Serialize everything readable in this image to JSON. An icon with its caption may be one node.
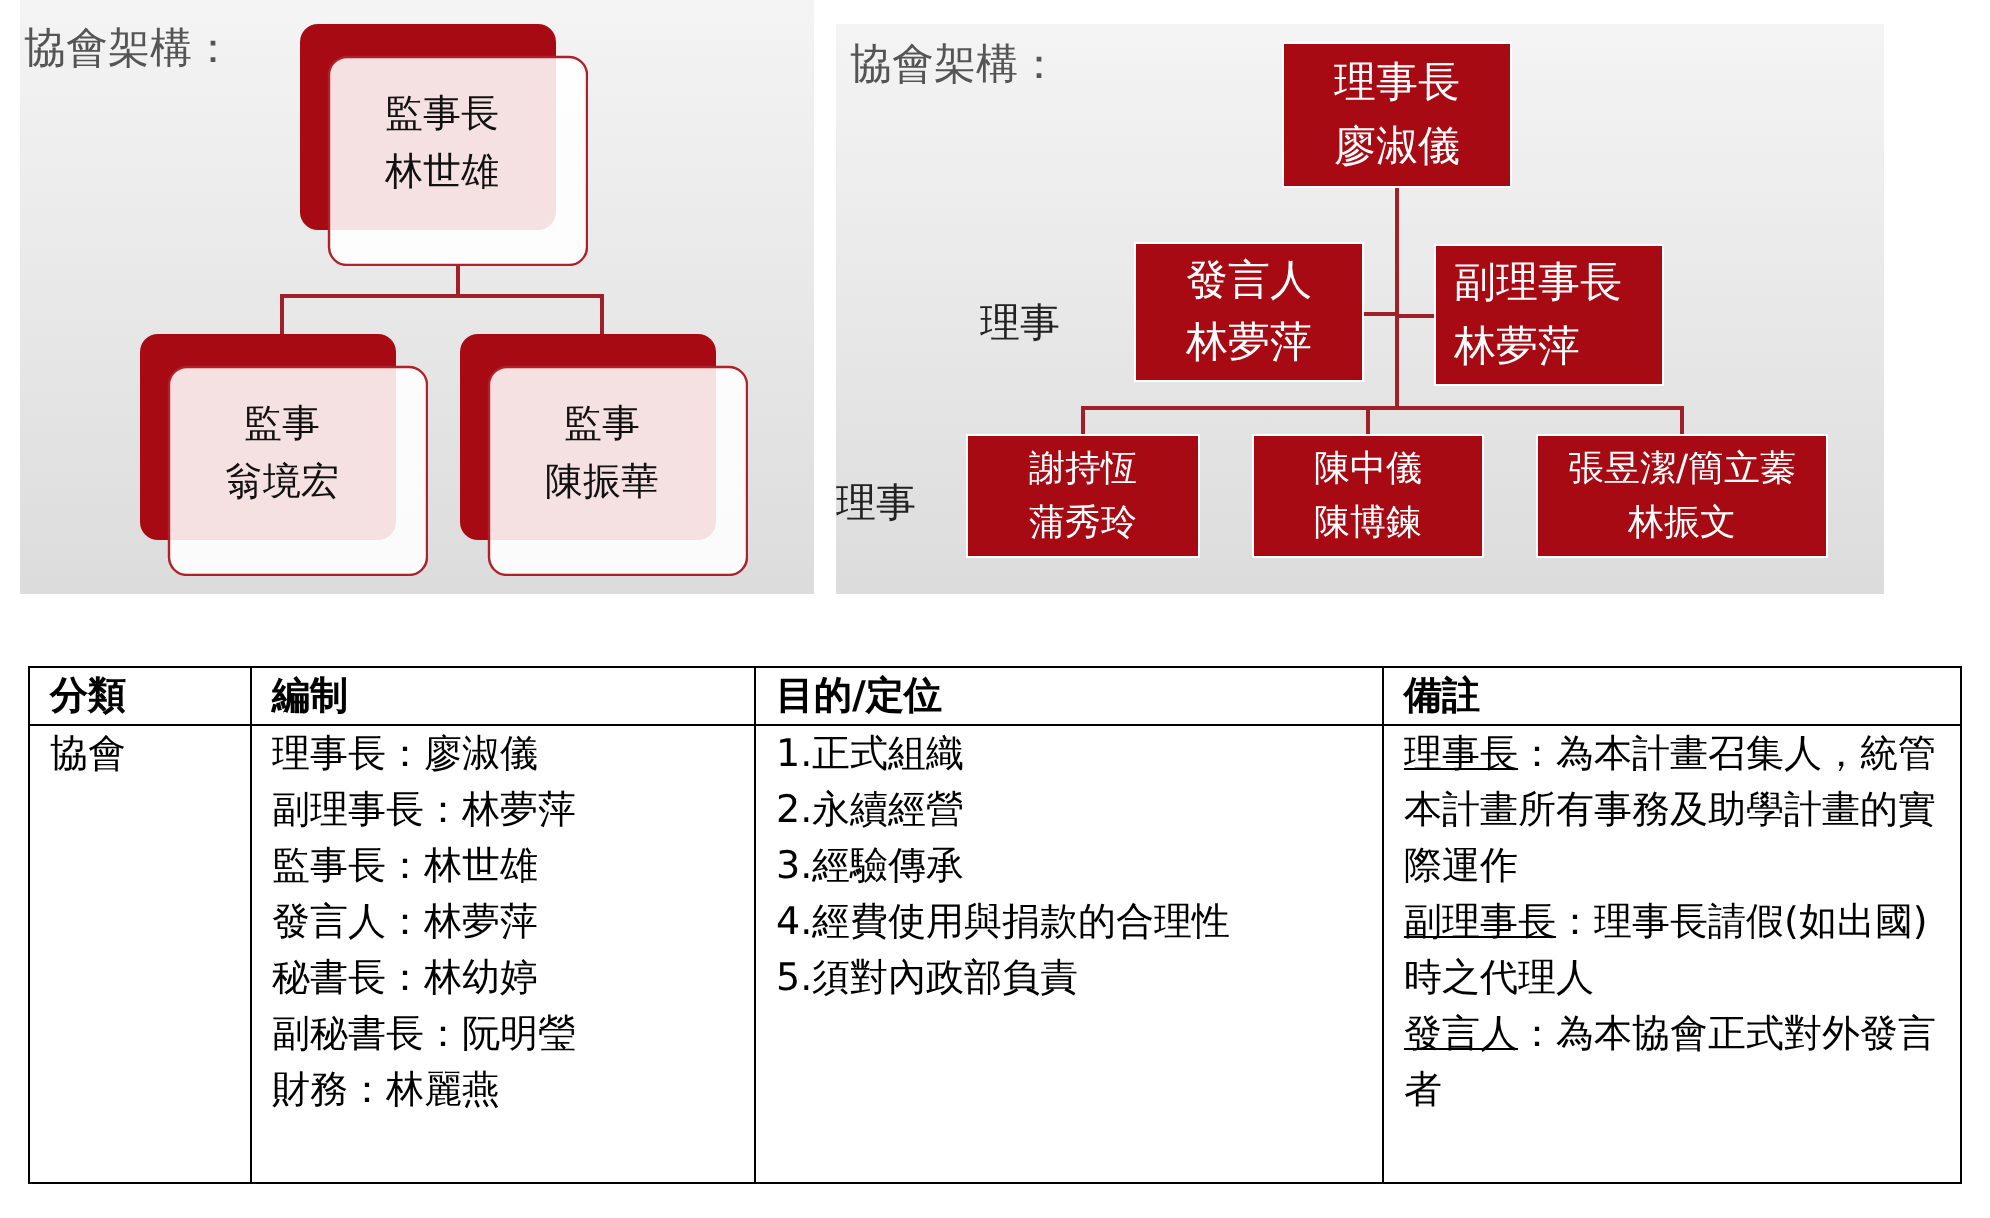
{
  "diagram": {
    "nodes": [
      {
        "text": [
          "監事長",
          "林世雄"
        ]
      },
      {
        "text": [
          "監事",
          "翁境宏"
        ]
      },
      {
        "text": [
          "監事",
          "陳振華"
        ]
      },
      {
        "text": [
          "理事長",
          "廖淑儀"
        ]
      },
      {
        "text": [
          "發言人",
          "林夢萍"
        ]
      },
      {
        "text": [
          "副理事長",
          "林夢萍"
        ]
      },
      {
        "text": [
          "謝持恆",
          "蒲秀玲"
        ]
      },
      {
        "text": [
          "陳中儀",
          "陳博鍊"
        ]
      },
      {
        "text": [
          "張昱潔/簡立蓁",
          "林振文"
        ]
      }
    ],
    "edges": [
      {
        "from": 0,
        "to": 1,
        "arrow": "none"
      },
      {
        "from": 0,
        "to": 2,
        "arrow": "none"
      },
      {
        "from": 3,
        "to": 4,
        "arrow": "none"
      },
      {
        "from": 3,
        "to": 5,
        "arrow": "none"
      },
      {
        "from": 3,
        "to": 6,
        "arrow": "none"
      },
      {
        "from": 3,
        "to": 7,
        "arrow": "none"
      },
      {
        "from": 3,
        "to": 8,
        "arrow": "none"
      }
    ],
    "labels": [
      "協會架構：",
      "協會架構：",
      "理事",
      "理事",
      "分類",
      "編制",
      "目的/定位",
      "備註",
      "協會",
      "理事長：廖淑儀",
      "副理事長：林夢萍",
      "監事長：林世雄",
      "發言人：林夢萍",
      "秘書長：林幼婷",
      "副秘書長：阮明瑩",
      "財務：林麗燕",
      "1.正式組織",
      "2.永續經營",
      "3.經驗傳承",
      "4.經費使用與捐款的合理性",
      "5.須對內政部負責",
      "理事長",
      "：為本計畫召集人，統管本計畫所有事務及助學計畫的實際運作",
      "副理事長",
      "：理事長請假(如出國)時之代理人",
      "發言人",
      "：為本協會正式對外發言者"
    ]
  }
}
